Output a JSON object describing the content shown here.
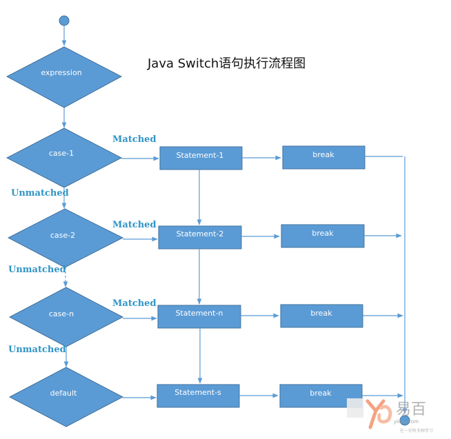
{
  "title": "Java Switch语句执行流程图",
  "nodes": {
    "expression": "expression",
    "case_1": "case-1",
    "case_2": "case-2",
    "case_n": "case-n",
    "default": "default",
    "statement_1": "Statement-1",
    "statement_2": "Statement-2",
    "statement_n": "Statement-n",
    "statement_s": "Statement-s",
    "break": "break"
  },
  "edge_labels": {
    "matched": "Matched",
    "unmatched": "Unmatched"
  },
  "watermark": {
    "brand": "易百",
    "url": "yiibai.com",
    "tagline": "在一切有多种学习"
  },
  "colors": {
    "shape_fill": "#5b9bd5",
    "shape_stroke": "#41719c",
    "label_blue": "#2f94c6",
    "watermark_orange": "#f29a76"
  }
}
